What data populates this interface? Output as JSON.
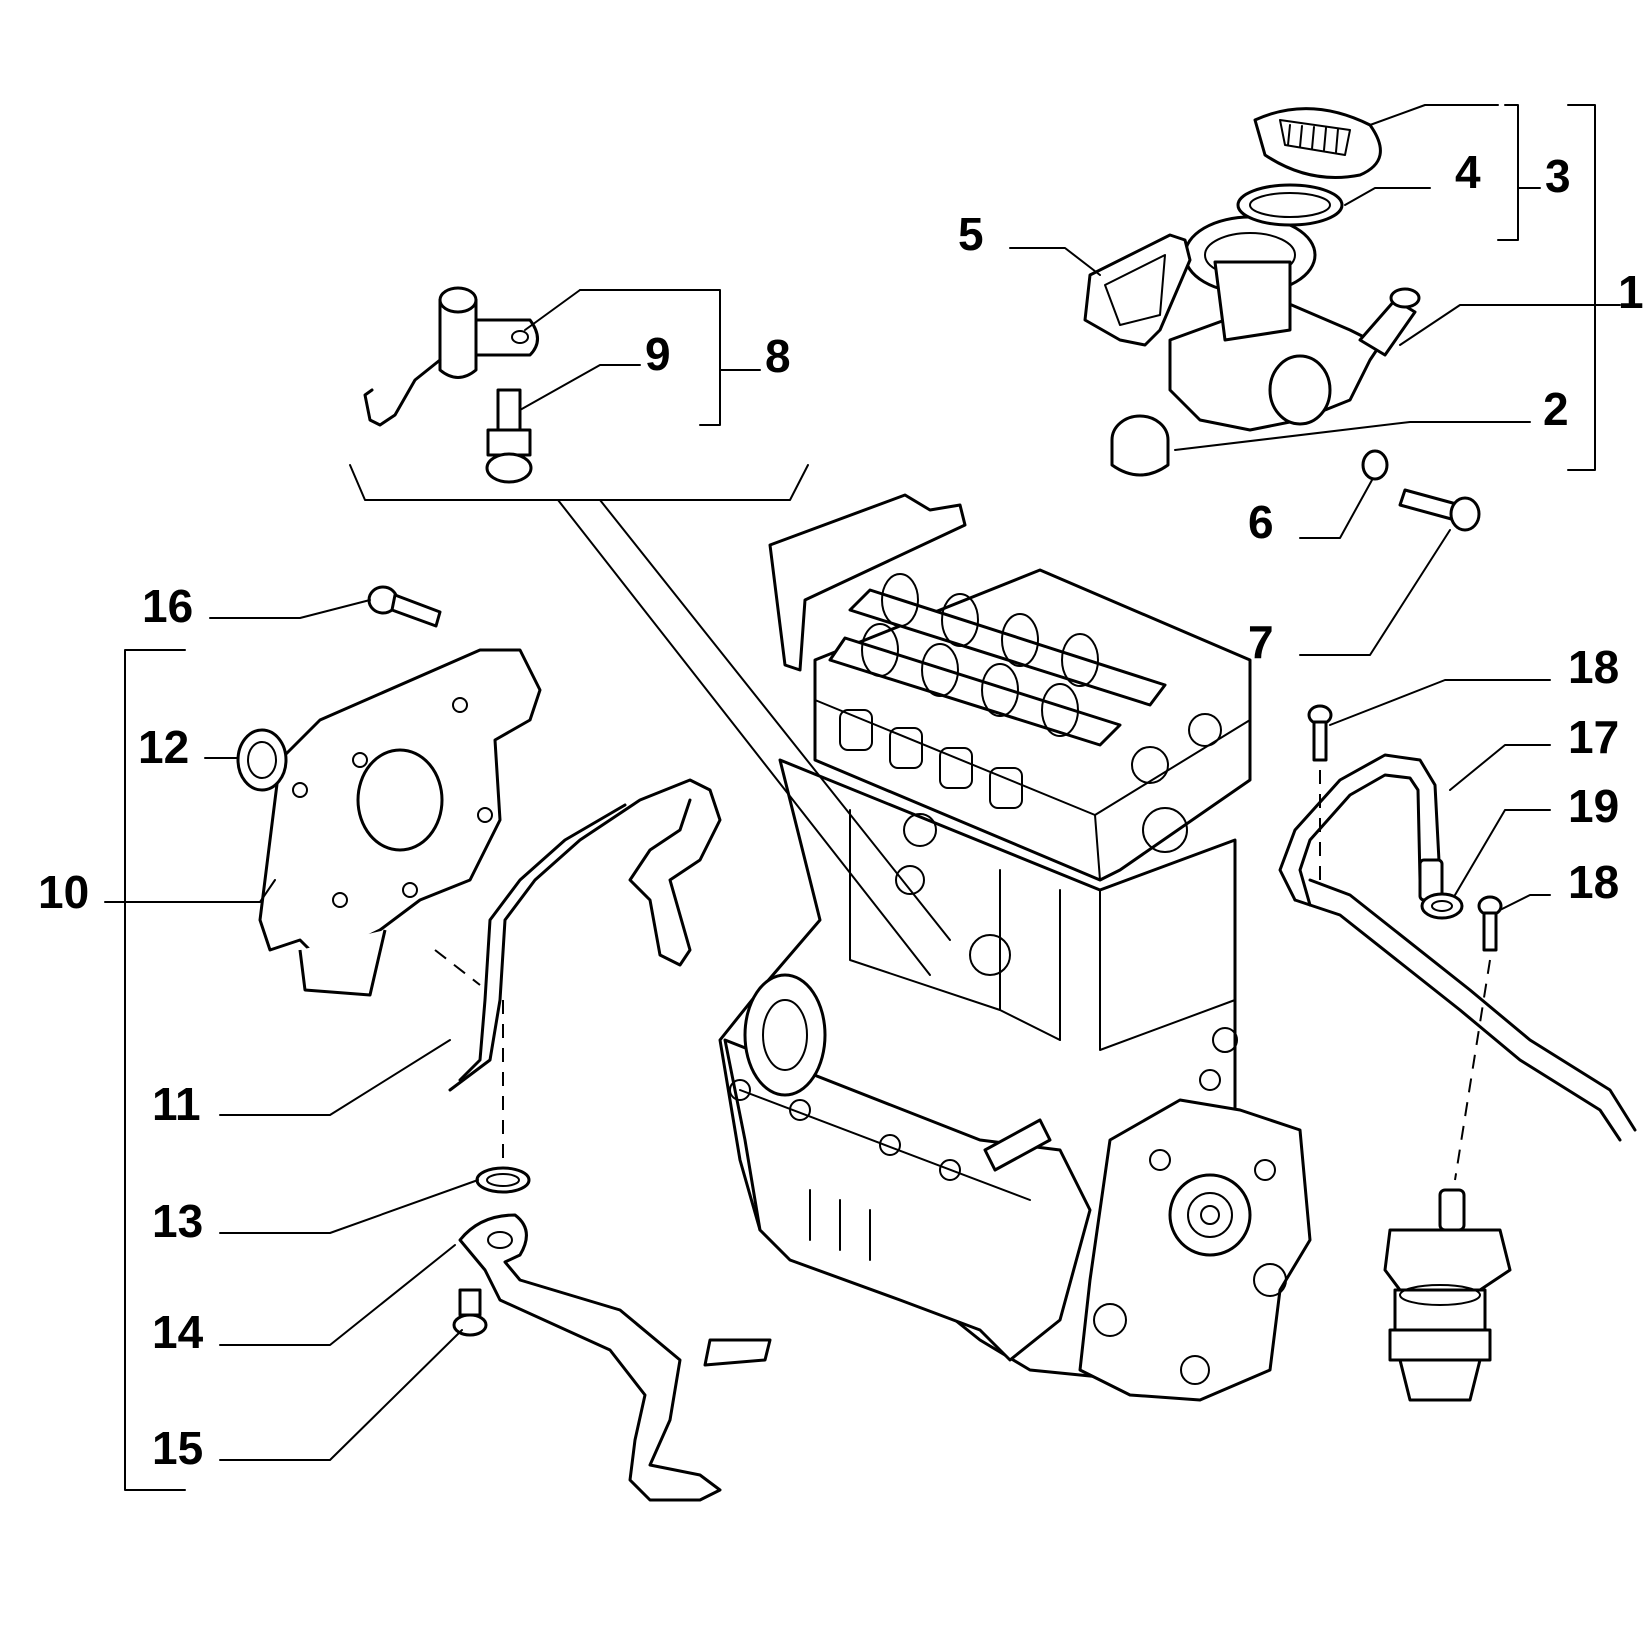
{
  "callouts": [
    {
      "id": "c1",
      "text": "1"
    },
    {
      "id": "c2",
      "text": "2"
    },
    {
      "id": "c3",
      "text": "3"
    },
    {
      "id": "c4",
      "text": "4"
    },
    {
      "id": "c5",
      "text": "5"
    },
    {
      "id": "c6",
      "text": "6"
    },
    {
      "id": "c7",
      "text": "7"
    },
    {
      "id": "c8",
      "text": "8"
    },
    {
      "id": "c9",
      "text": "9"
    },
    {
      "id": "c10",
      "text": "10"
    },
    {
      "id": "c11",
      "text": "11"
    },
    {
      "id": "c12",
      "text": "12"
    },
    {
      "id": "c13",
      "text": "13"
    },
    {
      "id": "c14",
      "text": "14"
    },
    {
      "id": "c15",
      "text": "15"
    },
    {
      "id": "c16",
      "text": "16"
    },
    {
      "id": "c17",
      "text": "17"
    },
    {
      "id": "c18a",
      "text": "18"
    },
    {
      "id": "c18b",
      "text": "18"
    },
    {
      "id": "c19",
      "text": "19"
    }
  ]
}
